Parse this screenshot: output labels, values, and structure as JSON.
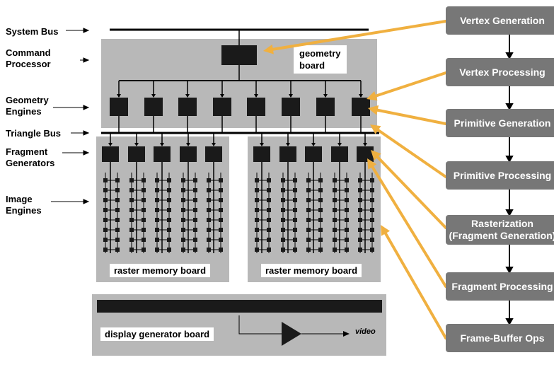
{
  "left_labels": {
    "system_bus": "System Bus",
    "command_processor": "Command\nProcessor",
    "geometry_engines": "Geometry\nEngines",
    "triangle_bus": "Triangle Bus",
    "fragment_generators": "Fragment\nGenerators",
    "image_engines": "Image\nEngines"
  },
  "boards": {
    "geometry": "geometry\nboard",
    "raster_left": "raster  memory  board",
    "raster_right": "raster  memory  board",
    "display": "display  generator  board",
    "video": "video"
  },
  "pipeline": [
    {
      "label": "Vertex Generation"
    },
    {
      "label": "Vertex Processing"
    },
    {
      "label": "Primitive Generation"
    },
    {
      "label": "Primitive Processing"
    },
    {
      "label": "Rasterization\n(Fragment Generation)"
    },
    {
      "label": "Fragment Processing"
    },
    {
      "label": "Frame-Buffer Ops"
    }
  ],
  "colors": {
    "arrow": "#f0b040",
    "stage": "#777777",
    "board": "#b8b8b8",
    "chip": "#1a1a1a"
  }
}
